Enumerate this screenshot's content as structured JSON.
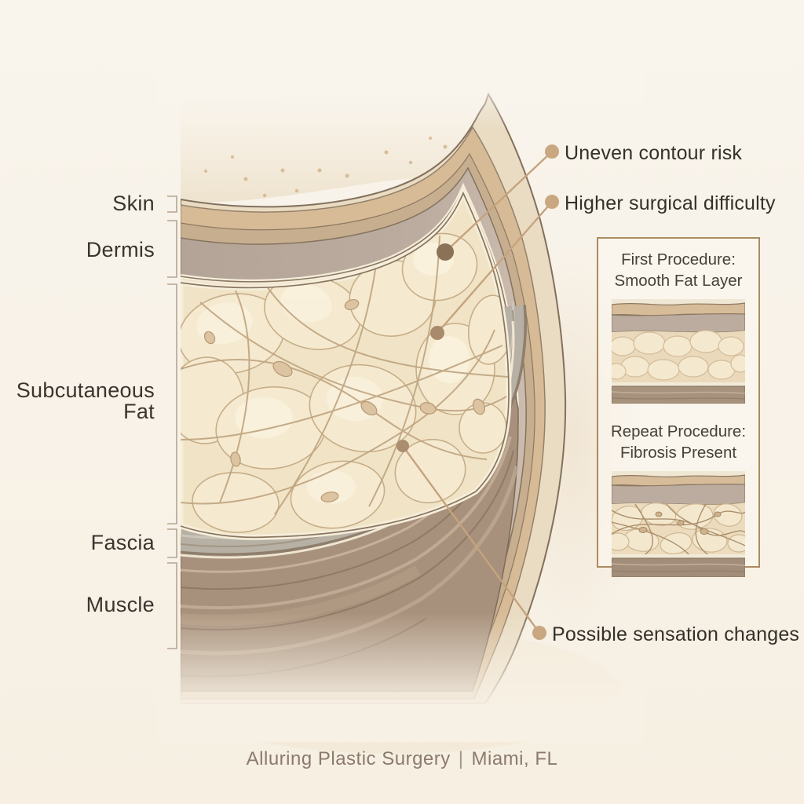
{
  "page": {
    "background": "#f8f2e8",
    "footer": {
      "brand": "Alluring Plastic Surgery",
      "separator": "|",
      "location": "Miami, FL"
    }
  },
  "diagram": {
    "layer_labels": [
      {
        "label": "Skin"
      },
      {
        "label": "Dermis"
      },
      {
        "label": "Subcutaneous Fat"
      },
      {
        "label": "Fascia"
      },
      {
        "label": "Muscle"
      }
    ],
    "risk_annotations": [
      {
        "label": "Uneven contour risk"
      },
      {
        "label": "Higher surgical difficulty"
      },
      {
        "label": "Possible sensation changes"
      }
    ],
    "inset": {
      "first_title_line1": "First Procedure:",
      "first_title_line2": "Smooth Fat Layer",
      "repeat_title_line1": "Repeat Procedure:",
      "repeat_title_line2": "Fibrosis Present"
    },
    "colors": {
      "leader_accent": "#c9a780",
      "label_text": "#3a342e",
      "footer_text": "#8c7a6b",
      "panel_border": "#ac8b60",
      "skin_tan": "#d6bb96",
      "dermis_taupe": "#b6a79a",
      "fat_cream": "#f2e5c7",
      "fascia_gray": "#b7b0a4",
      "muscle_brown": "#a8917c"
    }
  }
}
